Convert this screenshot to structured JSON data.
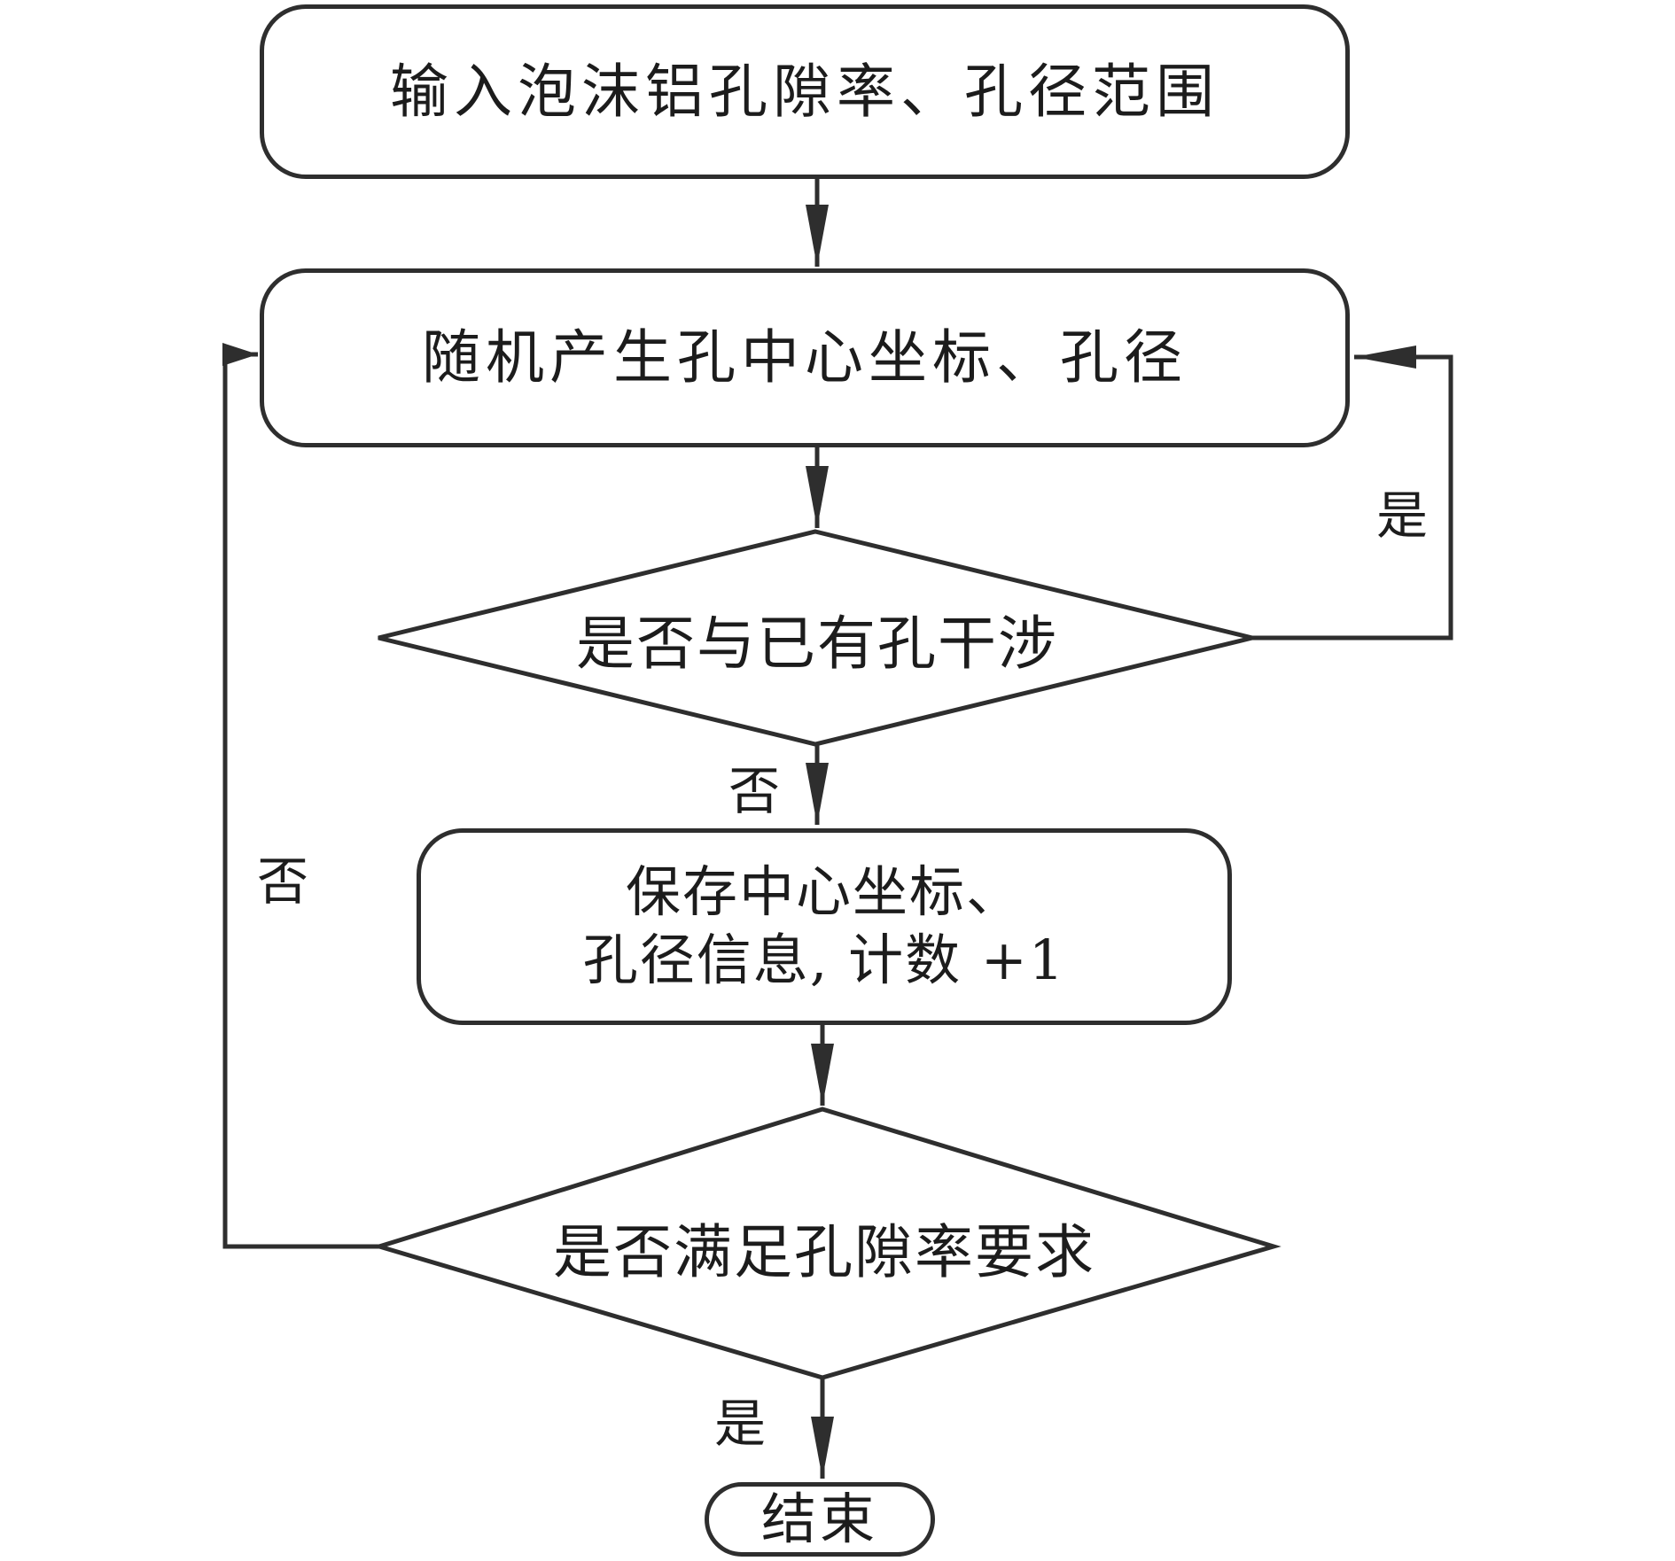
{
  "nodes": {
    "input": {
      "text": "输入泡沫铝孔隙率、孔径范围"
    },
    "generate": {
      "text": "随机产生孔中心坐标、孔径"
    },
    "check_interference": {
      "text": "是否与已有孔干涉"
    },
    "save": {
      "line1": "保存中心坐标、",
      "line2": "孔径信息, 计数 +1"
    },
    "check_porosity": {
      "text": "是否满足孔隙率要求"
    },
    "end": {
      "text": "结束"
    }
  },
  "edge_labels": {
    "interference_yes": "是",
    "interference_no": "否",
    "porosity_no": "否",
    "porosity_yes": "是"
  },
  "colors": {
    "line": "#2e2e2e",
    "text": "#1c1c1c",
    "background": "#ffffff"
  }
}
